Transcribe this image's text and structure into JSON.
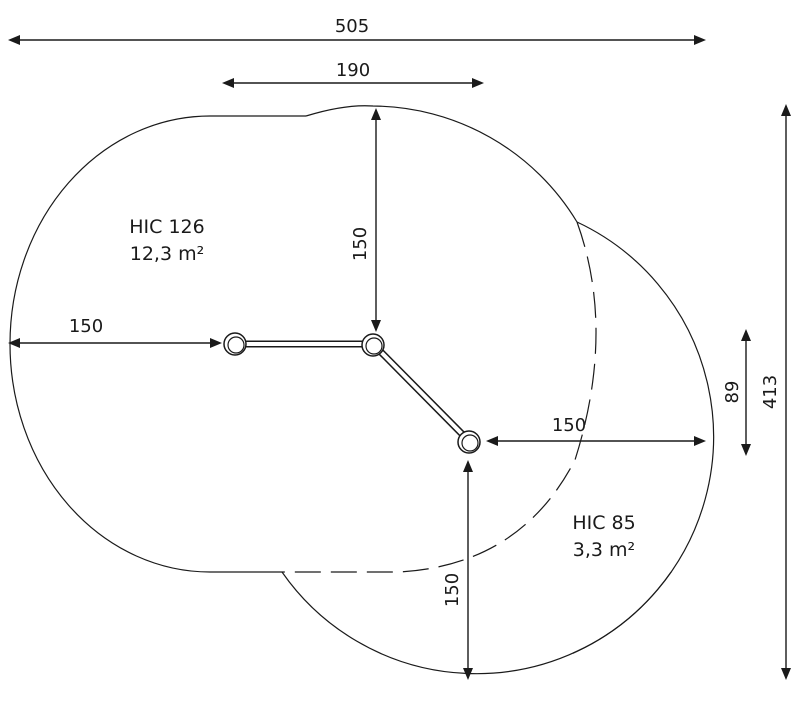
{
  "dimensions": {
    "total_width": "505",
    "top_span": "190",
    "radius_left": "150",
    "radius_top": "150",
    "radius_right": "150",
    "radius_bottom": "150",
    "inner_height": "89",
    "total_height": "413"
  },
  "zones": {
    "large": {
      "hic": "HIC 126",
      "area": "12,3 m²"
    },
    "small": {
      "hic": "HIC 85",
      "area": "3,3 m²"
    }
  },
  "colors": {
    "line": "#1a1a1a",
    "background": "#ffffff"
  }
}
